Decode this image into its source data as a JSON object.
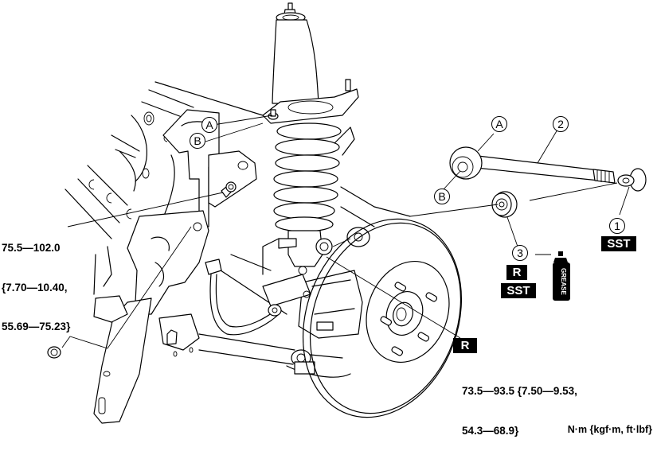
{
  "figure": {
    "subject": "Rear suspension lateral link removal/installation",
    "units_label": "N·m {kgf·m, ft·lbf}"
  },
  "callouts": {
    "A_left": "A",
    "B_left": "B",
    "A_right": "A",
    "B_right": "B",
    "n1": "1",
    "n2": "2",
    "n3": "3"
  },
  "badges": {
    "sst_part1": "SST",
    "r_part3": "R",
    "sst_part3": "SST",
    "r_bolt": "R"
  },
  "grease": {
    "can_label": "GREASE"
  },
  "torque_specs": {
    "left": {
      "line1": "75.5—102.0",
      "line2": "{7.70—10.40,",
      "line3": "55.69—75.23}"
    },
    "bottom_right": {
      "line1": "73.5—93.5 {7.50—9.53,",
      "line2": "54.3—68.9}"
    }
  },
  "legend_items": [
    {
      "id": "1",
      "meaning": "part 1 (bushing, link end)"
    },
    {
      "id": "2",
      "meaning": "part 2 (lateral link)"
    },
    {
      "id": "3",
      "meaning": "part 3 (bushing)"
    }
  ]
}
